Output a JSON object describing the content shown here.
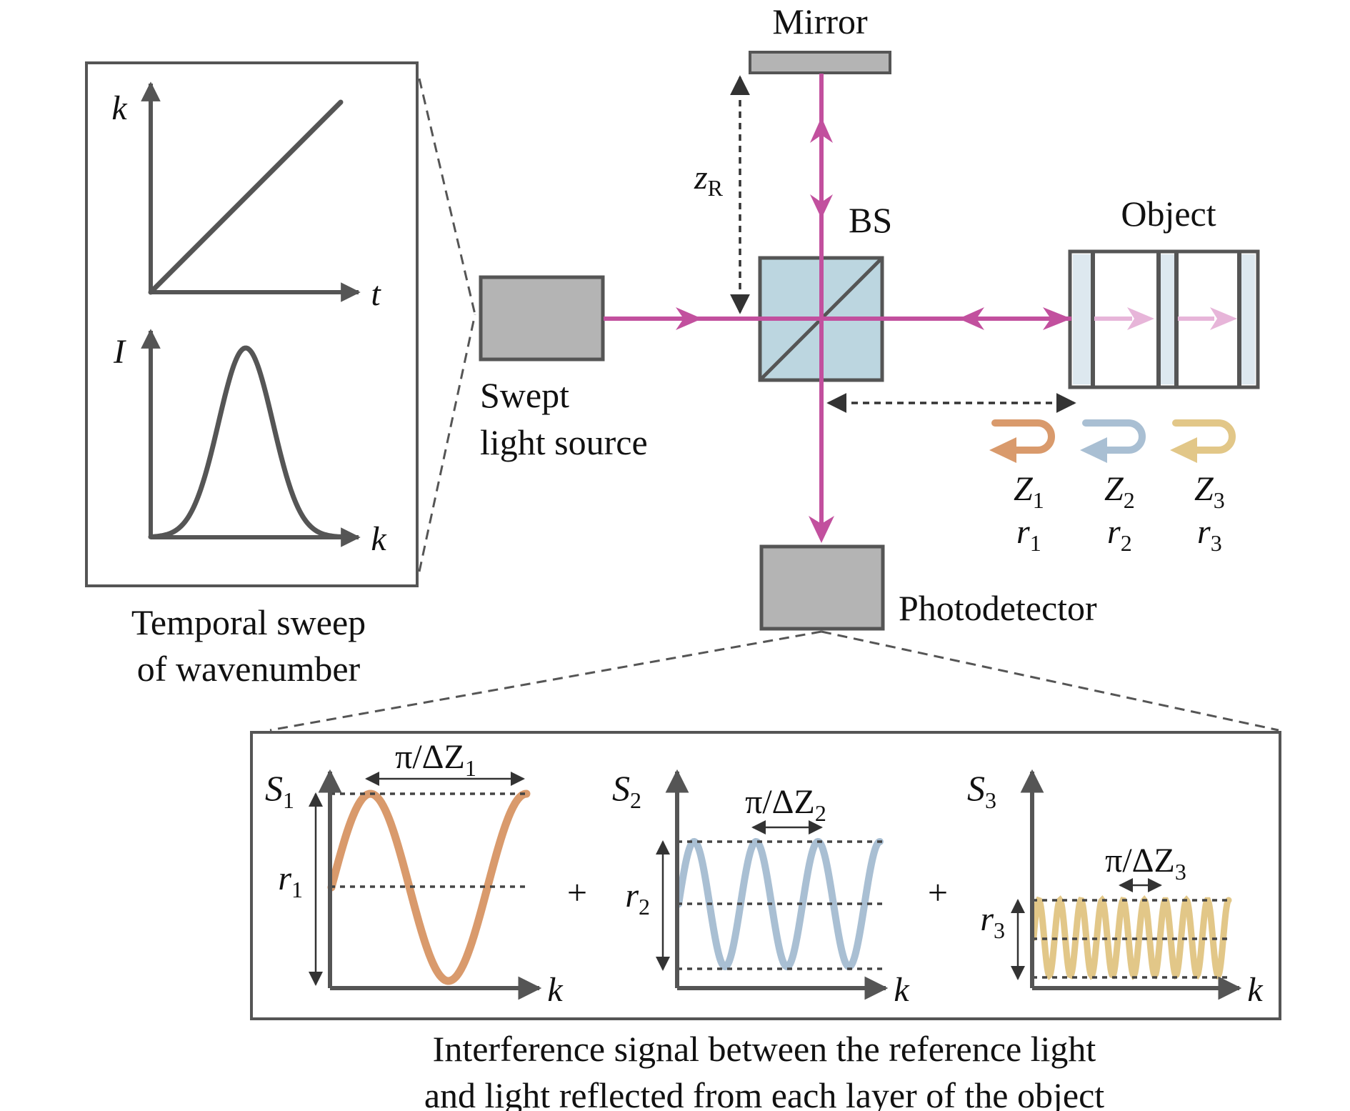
{
  "colors": {
    "beam": "#c2509e",
    "beam_faded": "#e7b5d9",
    "dark": "#555555",
    "box_fill": "#b4b4b4",
    "bs_fill": "#bcd6e0",
    "layer_fill": "#dde8ef",
    "orange": "#d99a6c",
    "blue": "#a9bfd3",
    "yellow": "#e2c788"
  },
  "labels": {
    "mirror": "Mirror",
    "bs": "BS",
    "object": "Object",
    "source_line1": "Swept",
    "source_line2": "light source",
    "photodetector": "Photodetector",
    "zR_main": "z",
    "zR_sub": "R"
  },
  "sweep_panel": {
    "caption_line1": "Temporal sweep",
    "caption_line2": "of wavenumber",
    "top_plot": {
      "y_label": "k",
      "x_label": "t"
    },
    "bottom_plot": {
      "y_label": "I",
      "x_label": "k"
    }
  },
  "layers": [
    {
      "icon": "return-arrow-icon",
      "color": "#d99a6c",
      "z_main": "Z",
      "z_sub": "1",
      "r_main": "r",
      "r_sub": "1"
    },
    {
      "icon": "return-arrow-icon",
      "color": "#a9bfd3",
      "z_main": "Z",
      "z_sub": "2",
      "r_main": "r",
      "r_sub": "2"
    },
    {
      "icon": "return-arrow-icon",
      "color": "#e2c788",
      "z_main": "Z",
      "z_sub": "3",
      "r_main": "r",
      "r_sub": "3"
    }
  ],
  "signals": [
    {
      "s_main": "S",
      "s_sub": "1",
      "r_main": "r",
      "r_sub": "1",
      "period_main": "π/ΔZ",
      "period_sub": "1",
      "x_label": "k",
      "color": "#d99a6c"
    },
    {
      "s_main": "S",
      "s_sub": "2",
      "r_main": "r",
      "r_sub": "2",
      "period_main": "π/ΔZ",
      "period_sub": "2",
      "x_label": "k",
      "color": "#a9bfd3"
    },
    {
      "s_main": "S",
      "s_sub": "3",
      "r_main": "r",
      "r_sub": "3",
      "period_main": "π/ΔZ",
      "period_sub": "3",
      "x_label": "k",
      "color": "#e2c788"
    }
  ],
  "plus_signs": [
    "+",
    "+"
  ],
  "signal_caption": {
    "line1": "Interference signal between the reference light",
    "line2": "and light reflected from each layer of the object"
  }
}
